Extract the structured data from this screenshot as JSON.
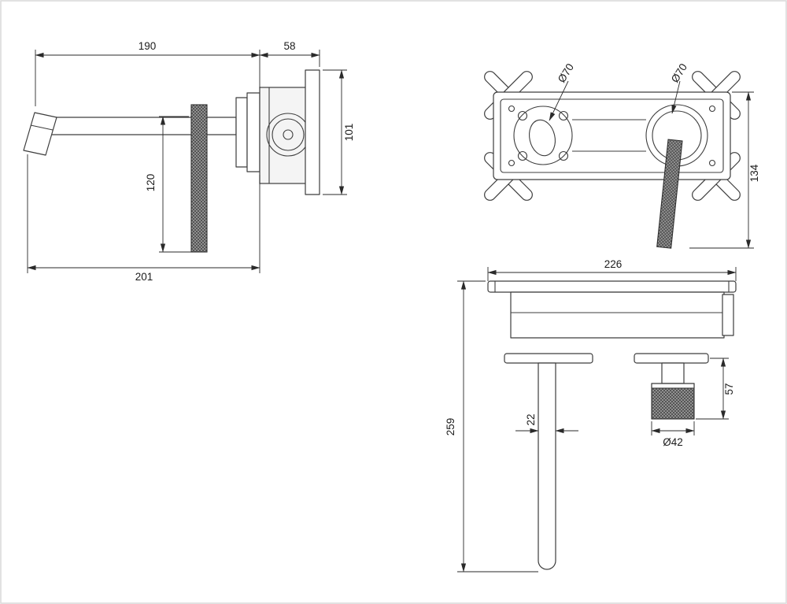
{
  "drawing": {
    "background_color": "#ffffff",
    "line_color": "#3d3d3d",
    "dimension_color": "#2a2a2a",
    "views": {
      "side": {
        "dims": {
          "spout_projection": "190",
          "body_depth": "58",
          "body_height": "101",
          "handle_drop": "120",
          "overall_projection": "201"
        }
      },
      "rear": {
        "dims": {
          "left_hole_diameter": "Ø70",
          "right_hole_diameter": "Ø70",
          "overall_height": "134"
        }
      },
      "front": {
        "dims": {
          "overall_width": "226",
          "overall_height": "259",
          "spout_diameter": "22",
          "handle_projection": "57",
          "handle_diameter": "Ø42"
        }
      }
    }
  }
}
